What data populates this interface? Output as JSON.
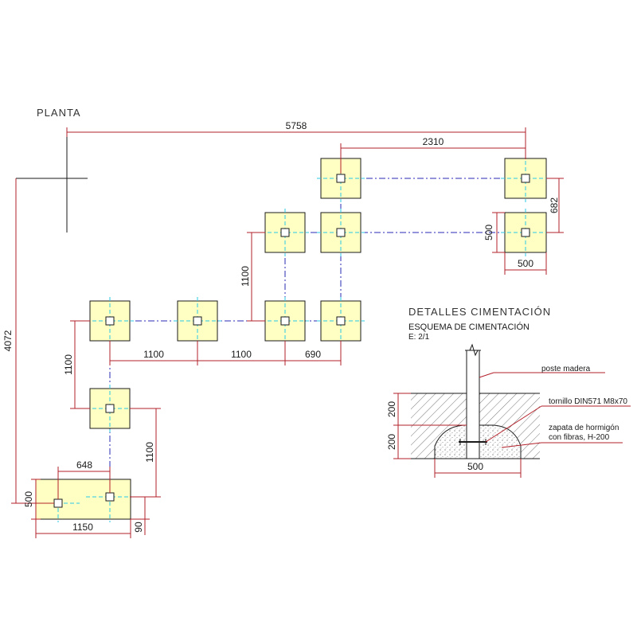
{
  "plan": {
    "title": "PLANTA",
    "dimensions": {
      "overall_width": "5758",
      "overall_height": "4072",
      "top_span": "2310",
      "right_vertical": "682",
      "right_square_height": "500",
      "right_square_width": "500",
      "mid_vertical": "1100",
      "span_a": "1100",
      "span_b": "1100",
      "span_c": "690",
      "left_vertical": "1100",
      "lower_vertical": "1100",
      "bottom_offset": "648",
      "bottom_height": "500",
      "bottom_width": "1150",
      "bottom_small": "90"
    }
  },
  "detail": {
    "title": "DETALLES CIMENTACIÓN",
    "subtitle": "ESQUEMA DE CIMENTACIÓN",
    "scale": "E: 2/1",
    "labels": {
      "post": "poste madera",
      "bolt": "tornillo DIN571 M8x70",
      "footing_line1": "zapata de hormigón",
      "footing_line2": "con fibras, H-200"
    },
    "dimensions": {
      "upper_depth": "200",
      "lower_depth": "200",
      "footing_width": "500"
    }
  },
  "colors": {
    "footing_fill": "#ffffc4",
    "dimension_line": "#b3202a",
    "axis_line": "#2828b4",
    "center_mark": "#28c8e6"
  }
}
